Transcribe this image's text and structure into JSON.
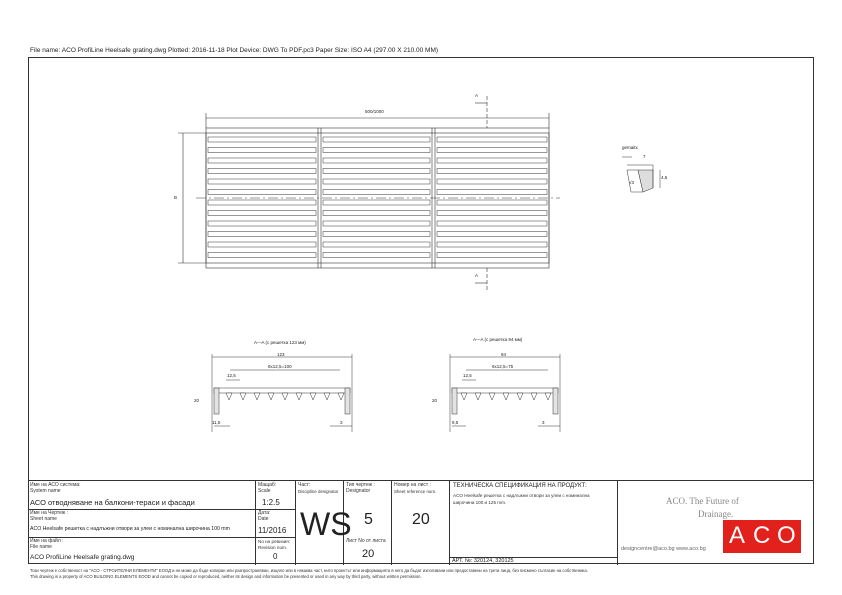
{
  "header": {
    "text": "File name: ACO ProfiLine Heelsafe grating.dwg   Plotted: 2016-11-18   Plot Device: DWG To PDF.pc3   Paper Size: ISO A4 (297.00 X 210.00 MM)"
  },
  "drawing": {
    "top_dim": "500/1000",
    "side_dim": "B",
    "section_marker": "A",
    "weld_label": "gemaitx",
    "weld_dim_top": "7",
    "weld_dim_left": "√3",
    "weld_dim_right": "4,5",
    "section1": {
      "title": "A—A (с решетка 123 мм)",
      "total": "123",
      "pitch": "8x12,5=100",
      "gap": "12,5",
      "height": "20",
      "bottom_left": "11,5",
      "bottom_right": "3"
    },
    "section2": {
      "title": "A—A (с решетка 94 мм)",
      "total": "94",
      "pitch": "6x12,5=75",
      "gap": "12,5",
      "height": "20",
      "bottom_left": "9,5",
      "bottom_right": "3"
    }
  },
  "titleblock": {
    "system_label_bg": "Име на АСО система:",
    "system_label_en": "System name",
    "system_value": "АСО отводняване на балкони-тераси и фасади",
    "sheet_label_bg": "Име на Чертеж :",
    "sheet_label_en": "Sheet name",
    "sheet_value": "ACO Heelsafe решетка с надлъжни отвори за улеи с номинална широчина 100 mm",
    "file_label_bg": "Име на файл :",
    "file_label_en": "File name",
    "file_value": "ACO ProfiLine Heelsafe grating.dwg",
    "scale_label_bg": "Мащаб:",
    "scale_label_en": "Scale",
    "scale_value": "1:2.5",
    "date_label_bg": "Дата:",
    "date_label_en": "Date",
    "date_value": "11/2016",
    "rev_label_bg": "No на ревизия:",
    "rev_label_en": "Revision num.",
    "rev_value": "0",
    "disc_label_bg": "Част:",
    "disc_label_en": "Discipline designator",
    "disc_value": "WS",
    "type_label_bg": "Тип чертеж :",
    "type_label_en": "Designator",
    "type_value": "5",
    "num_label_bg": "Номер на лист :",
    "num_label_en": "Sheet reference num.",
    "num_value": "20",
    "sheetno_label": "Лист No от листа",
    "sheetno_value": "20",
    "spec_title": "ТЕХНИЧЕСКА СПЕЦИФИКАЦИЯ НА ПРОДУКТ:",
    "spec_text_1": "ACO Heelsafe решетка с надлъжни отвори за улеи с номинална",
    "spec_text_2": "широчина 100 и 125 mm.",
    "art_label": "АРТ. №: 320124, 320125",
    "tagline_1": "ACO. The Future of",
    "tagline_2": "Drainage.",
    "contact": "designcentre@aco.bg  www.aco.bg",
    "logo_a": "A",
    "logo_c": "C",
    "logo_o": "O"
  },
  "footer": {
    "line1": "Този чертеж е собственост на \"АСО - СТРОИТЕЛНИ ЕЛЕМЕНТИ\" ЕООД и не може да бъде копиран или разпространяван, изцяло или в някаква част, нито проектът или информацията в него да бъдат използвани или предоставени на трети лица, без писмено съгласие на собственика.",
    "line2": "This drawing is a property of ACO BUILDING ELEMENTS EOOD and cannot be copied or reproduced, neither its design and information be presented or used in any way by third party, without written permission."
  }
}
